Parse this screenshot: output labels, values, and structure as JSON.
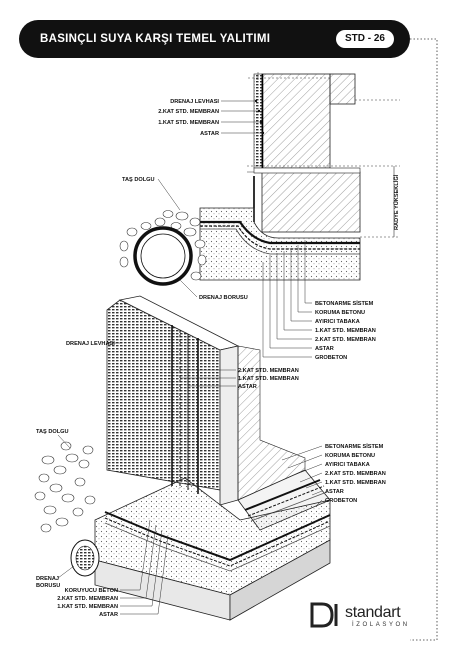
{
  "header": {
    "title": "BASINÇLI SUYA KARŞI TEMEL YALITIMI",
    "code": "STD - 26"
  },
  "top_detail": {
    "left_labels": [
      "DRENAJ LEVHASI",
      "2.KAT STD. MEMBRAN",
      "1.KAT STD. MEMBRAN",
      "ASTAR"
    ],
    "tas_dolgu": "TAŞ DOLGU",
    "drenaj_borusu": "DRENAJ BORUSU",
    "radye_label": "RADYE YÜKSEKLİĞİ",
    "right_labels": [
      "BETONARME SİSTEM",
      "KORUMA BETONU",
      "AYIRICI TABAKA",
      "1.KAT STD. MEMBRAN",
      "2.KAT STD. MEMBRAN",
      "ASTAR",
      "GROBETON"
    ]
  },
  "iso_detail": {
    "drenaj_levhasi": "DRENAJ LEVHASI",
    "wall_labels": [
      "2.KAT STD. MEMBRAN",
      "1.KAT STD. MEMBRAN",
      "ASTAR"
    ],
    "tas_dolgu": "TAŞ DOLGU",
    "right_labels": [
      "BETONARME SİSTEM",
      "KORUMA BETONU",
      "AYIRICI TABAKA",
      "2.KAT STD. MEMBRAN",
      "1.KAT STD. MEMBRAN",
      "ASTAR",
      "GROBETON"
    ],
    "drenaj_borusu": [
      "DRENAJ",
      "BORUSU"
    ],
    "bottom_labels": [
      "KORUYUCU BETON",
      "2.KAT STD. MEMBRAN",
      "1.KAT STD. MEMBRAN",
      "ASTAR"
    ]
  },
  "brand": {
    "name": "standart",
    "sub": "İZOLASYON"
  }
}
